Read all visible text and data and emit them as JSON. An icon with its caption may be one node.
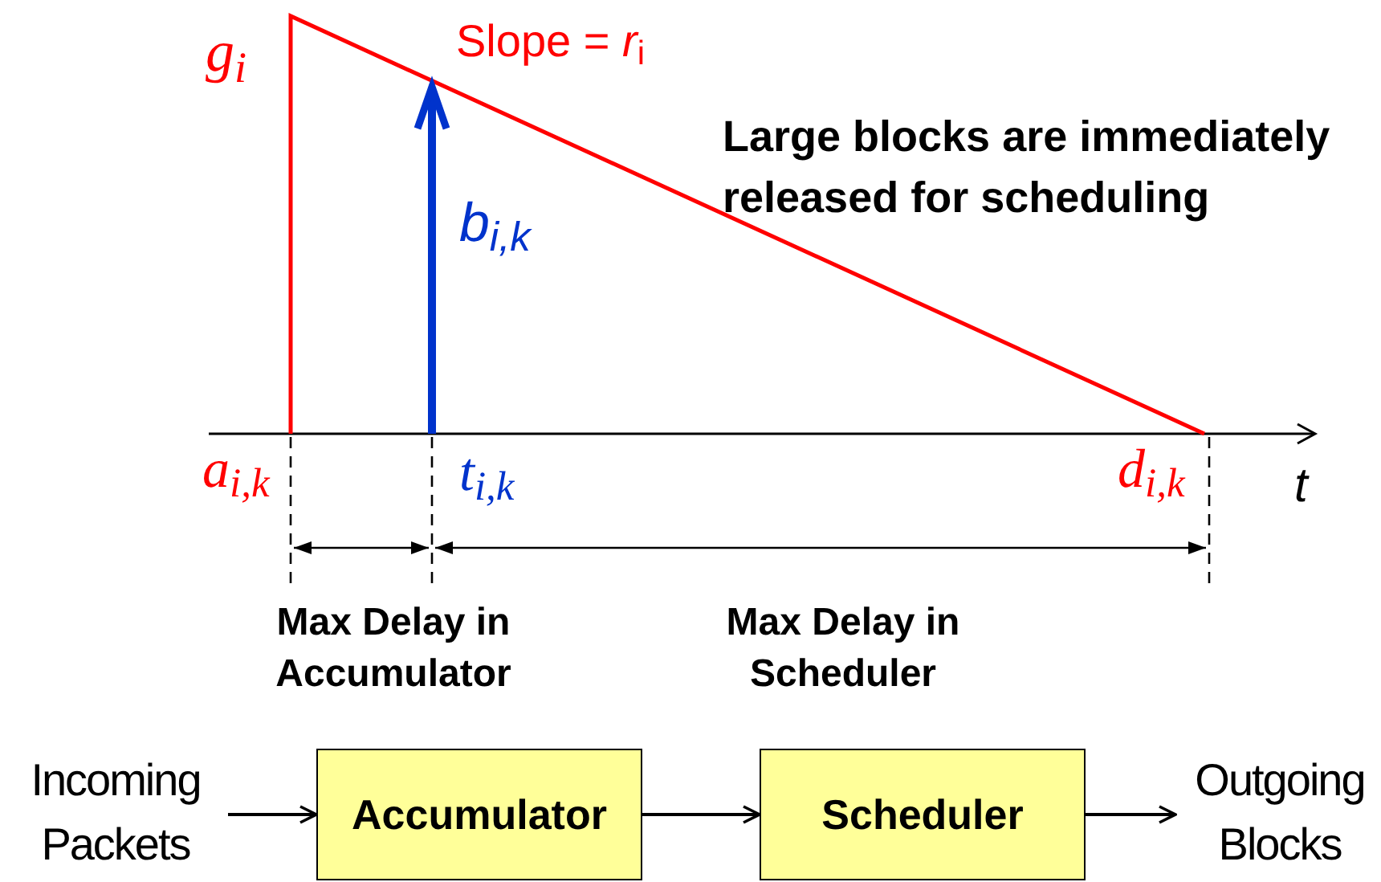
{
  "diagram": {
    "nodes": [
      {
        "text": [
          "Incoming Packets"
        ]
      },
      {
        "text": [
          "Accumulator"
        ]
      },
      {
        "text": [
          "Scheduler"
        ]
      },
      {
        "text": [
          "Outgoing Blocks"
        ]
      }
    ],
    "edges": [
      {
        "from": 0,
        "to": 1,
        "arrow": "to"
      },
      {
        "from": 1,
        "to": 2,
        "arrow": "to"
      },
      {
        "from": 2,
        "to": 3,
        "arrow": "to"
      }
    ],
    "labels": [
      "g$_{i}$",
      "Slope = *r*$_{i}$",
      "b$_{i,k}$",
      "Large blocks are immediately released for scheduling",
      "a$_{i,k}$",
      "t$_{i,k}$",
      "d$_{i,k}$",
      "t",
      "Max Delay in Accumulator",
      "Max Delay in Scheduler"
    ]
  }
}
